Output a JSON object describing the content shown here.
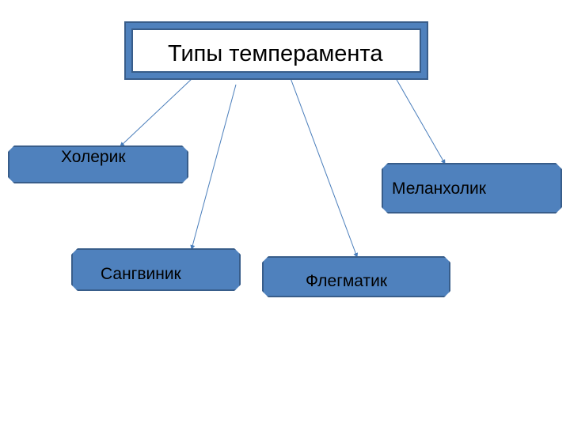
{
  "diagram": {
    "title": "Типы темперамента",
    "nodes": [
      {
        "id": "choleric",
        "label": "Холерик"
      },
      {
        "id": "sanguine",
        "label": "Сангвиник"
      },
      {
        "id": "phlegmatic",
        "label": "Флегматик"
      },
      {
        "id": "melancholic",
        "label": "Меланхолик"
      }
    ],
    "edges": [
      {
        "from": "title",
        "to": "choleric"
      },
      {
        "from": "title",
        "to": "sanguine"
      },
      {
        "from": "title",
        "to": "phlegmatic"
      },
      {
        "from": "title",
        "to": "melancholic"
      }
    ]
  },
  "colors": {
    "box_fill": "#4f81bd",
    "box_border": "#385d8a",
    "arrow": "#4a7ebb"
  }
}
